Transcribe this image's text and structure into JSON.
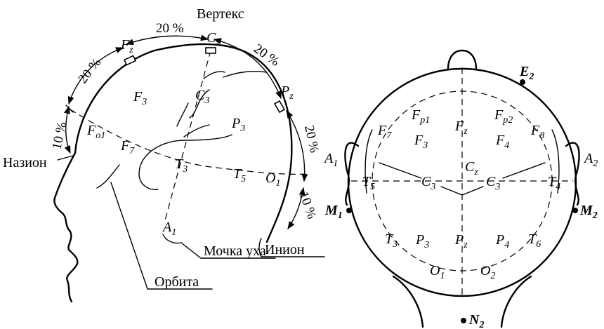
{
  "left_diagram": {
    "vertex": "Вертекс",
    "nasion": "Назион",
    "inion": "Инион",
    "earlobe": "Мочка уха",
    "orbit": "Орбита",
    "percent_top_left": "20 %",
    "percent_top_mid": "20 %",
    "percent_top_right": "20 %",
    "percent_right": "20 %",
    "percent_left": "10 %",
    "percent_bottom_right": "10 %",
    "electrodes": {
      "fz": "F",
      "fz_sub": "z",
      "cz": "C",
      "cz_sub": "z",
      "pz": "P",
      "pz_sub": "z",
      "f3": "F",
      "f3_sub": "3",
      "c3": "C",
      "c3_sub": "3",
      "p3": "P",
      "p3_sub": "3",
      "fo1": "F",
      "fo1_sub": "o1",
      "f7": "F",
      "f7_sub": "7",
      "t3": "T",
      "t3_sub": "3",
      "t5": "T",
      "t5_sub": "5",
      "o1": "O",
      "o1_sub": "1",
      "a1": "A",
      "a1_sub": "1"
    }
  },
  "right_diagram": {
    "electrodes": {
      "e2": "E",
      "e2_sub": "2",
      "m1": "M",
      "m1_sub": "1",
      "m2": "M",
      "m2_sub": "2",
      "n2": "N",
      "n2_sub": "2",
      "a1": "A",
      "a1_sub": "1",
      "a2": "A",
      "a2_sub": "2",
      "fp1": "F",
      "fp1_sub": "p1",
      "fp2": "F",
      "fp2_sub": "p2",
      "f7": "F",
      "f7_sub": "7",
      "f8": "F",
      "f8_sub": "8",
      "fz": "F",
      "fz_sub": "z",
      "f3": "F",
      "f3_sub": "3",
      "f4": "F",
      "f4_sub": "4",
      "cz": "C",
      "cz_sub": "z",
      "t5": "T",
      "t5_sub": "5",
      "c3": "C",
      "c3_sub": "3",
      "c3b": "C",
      "c3b_sub": "3",
      "t4": "T",
      "t4_sub": "4",
      "t3": "T",
      "t3_sub": "3",
      "p3": "P",
      "p3_sub": "3",
      "pz": "P",
      "pz_sub": "z",
      "p4": "P",
      "p4_sub": "4",
      "t6": "T",
      "t6_sub": "6",
      "o1": "O",
      "o1_sub": "1",
      "o2": "O",
      "o2_sub": "2"
    }
  }
}
